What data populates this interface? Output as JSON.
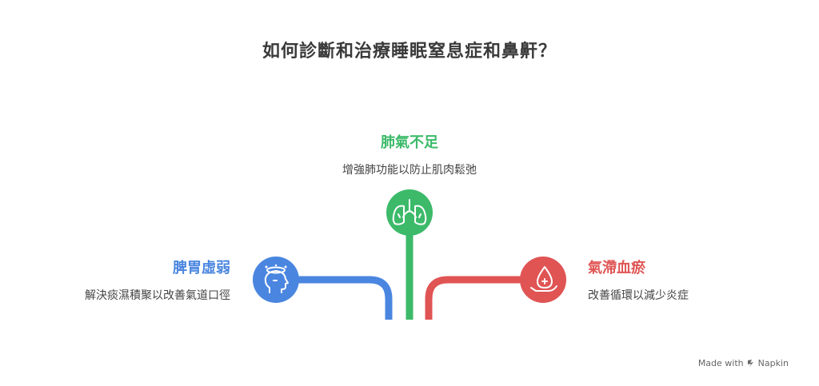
{
  "title": "如何診斷和治療睡眠窒息症和鼻鼾？",
  "colors": {
    "blue": "#4a86e0",
    "green": "#3cba6a",
    "red": "#e05454"
  },
  "nodes": {
    "green": {
      "title": "肺氣不足",
      "description": "增強肺功能以防止肌肉鬆弛",
      "icon": "lungs-icon"
    },
    "blue": {
      "title": "脾胃虛弱",
      "description": "解決痰濕積聚以改善氣道口徑",
      "icon": "head-dizzy-icon"
    },
    "red": {
      "title": "氣滯血瘀",
      "description": "改善循環以減少炎症",
      "icon": "blood-drop-hand-icon"
    }
  },
  "watermark": {
    "prefix": "Made with",
    "brand": "Napkin"
  }
}
